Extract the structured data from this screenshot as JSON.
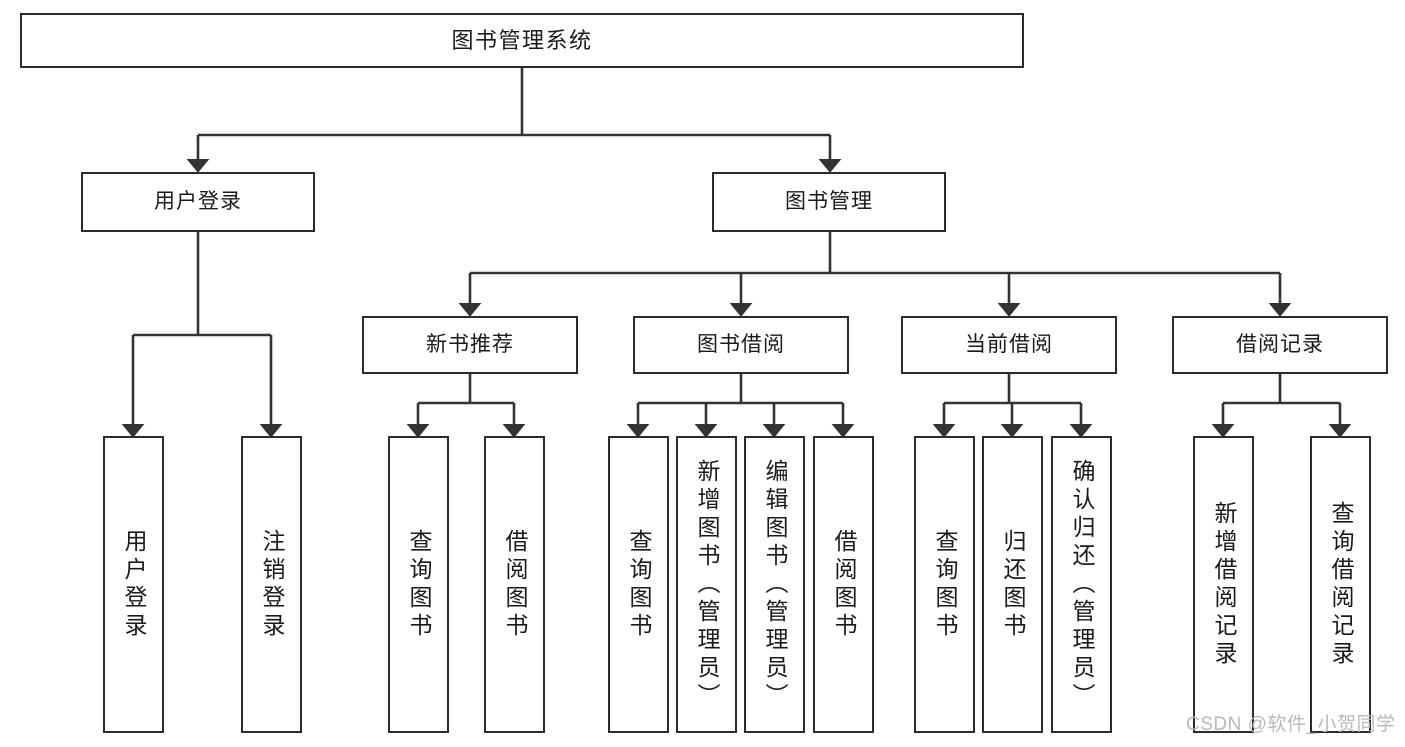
{
  "diagram": {
    "type": "tree-hierarchy-diagram",
    "title": "图书管理系统",
    "root": {
      "label": "图书管理系统"
    },
    "level2": [
      {
        "label": "用户登录"
      },
      {
        "label": "图书管理"
      }
    ],
    "level3": [
      {
        "label": "新书推荐"
      },
      {
        "label": "图书借阅"
      },
      {
        "label": "当前借阅"
      },
      {
        "label": "借阅记录"
      }
    ],
    "leaves": {
      "user_login": [
        {
          "label": "用户登录"
        },
        {
          "label": "注销登录"
        }
      ],
      "new_book_recommend": [
        {
          "label": "查询图书"
        },
        {
          "label": "借阅图书"
        }
      ],
      "book_borrow": [
        {
          "label": "查询图书"
        },
        {
          "label": "新增图书（管理员）"
        },
        {
          "label": "编辑图书（管理员）"
        },
        {
          "label": "借阅图书"
        }
      ],
      "current_borrow": [
        {
          "label": "查询图书"
        },
        {
          "label": "归还图书"
        },
        {
          "label": "确认归还（管理员）"
        }
      ],
      "borrow_record": [
        {
          "label": "新增借阅记录"
        },
        {
          "label": "查询借阅记录"
        }
      ]
    }
  },
  "watermark": {
    "text": "CSDN @软件_小贺同学"
  },
  "colors": {
    "box_border": "#2b2b2b",
    "connector": "#333333",
    "background": "#ffffff",
    "text": "#1a1a1a",
    "watermark": "#b9b9b9"
  }
}
